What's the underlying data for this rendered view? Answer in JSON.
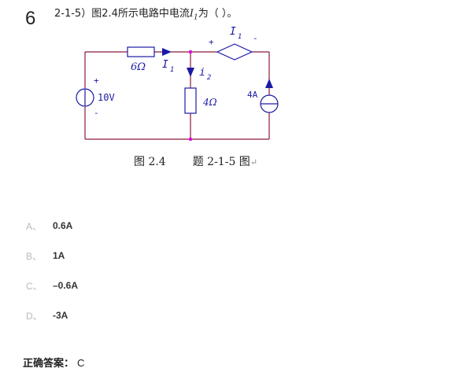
{
  "question": {
    "number": "6",
    "prefix": "2-1-5）图2.4所示电路中电流",
    "var_letter": "I",
    "var_sub": "1",
    "suffix": "为（    ）。"
  },
  "circuit": {
    "resistor_label": "6Ω",
    "current_I1_label": "I",
    "current_I1_sub": "1",
    "current_i2_label": "i",
    "current_i2_sub": "2",
    "resistor2_label": "4Ω",
    "source_voltage_label": "10V",
    "plus_sign": "+",
    "minus_sign": "-",
    "dep_source_current_label": "I",
    "dep_source_current_sub": "1",
    "current_source_label": "4A",
    "wire_color": "#8b1a3a",
    "component_color": "#1a1aa6",
    "node_color": "#e000e0"
  },
  "caption": {
    "figure": "图 2.4",
    "problem": "题 2-1-5 图",
    "mark": "↵"
  },
  "options": [
    {
      "letter": "A、",
      "text": "0.6A"
    },
    {
      "letter": "B、",
      "text": "1A"
    },
    {
      "letter": "C、",
      "text": "–0.6A"
    },
    {
      "letter": "D、",
      "text": "-3A"
    }
  ],
  "answer": {
    "label": "正确答案：",
    "value": "C"
  }
}
